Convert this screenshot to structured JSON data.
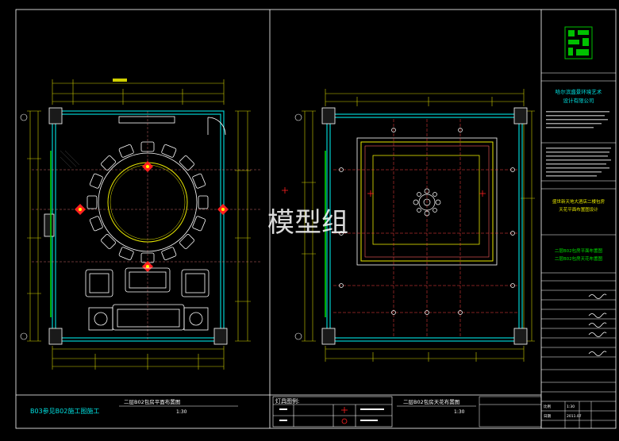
{
  "drawing": {
    "watermark": "模型组",
    "left_plan": {
      "title": "二层B02包房平面布置图",
      "scale": "1:30",
      "side_note": "B03参见B02施工图施工"
    },
    "right_plan": {
      "title": "二层B02包房天花布置图",
      "scale": "1:30"
    },
    "legend": {
      "title": "灯具图例:"
    }
  },
  "title_block": {
    "company_line1": "哈尔滨盛景环境艺术",
    "company_line2": "设计有限公司",
    "project_name_line1": "盛世新天地大酒店二楼包房",
    "project_name_line2": "天花平面布置图设计",
    "drawing_name_line1": "二层B02包房平面布置图",
    "drawing_name_line2": "二层B02包房天花布置图",
    "scale_label": "比例",
    "scale_value": "1:30",
    "date_label": "日期",
    "date_value": "2011.07"
  },
  "colors": {
    "background": "#000000",
    "frame": "#ffffff",
    "walls": "#00d0d0",
    "furniture": "#ffffff",
    "dimensions": "#d0d000",
    "lights": "#ff2020",
    "accent_green": "#00e000",
    "ceiling_outline": "#e8e800",
    "text_white": "#ffffff",
    "text_cyan": "#00e0e0",
    "text_yellow": "#e8e800",
    "text_green": "#00e000"
  }
}
